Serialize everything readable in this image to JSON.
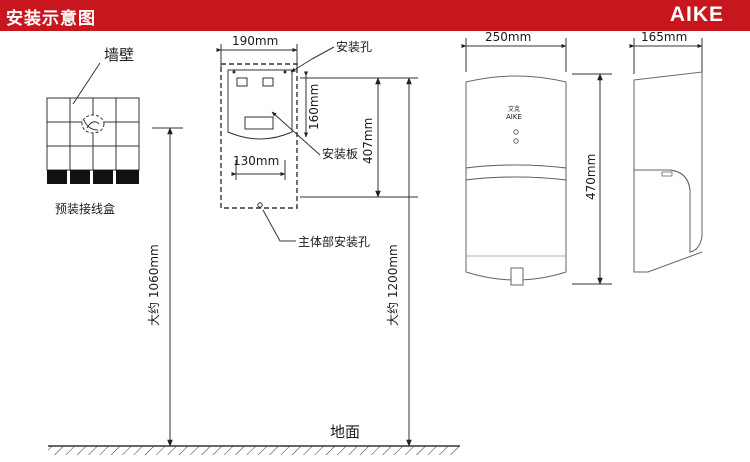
{
  "header": {
    "title": "安装示意图",
    "brand": "AIKE"
  },
  "labels": {
    "wall": "墙壁",
    "junction_box": "预装接线盒",
    "mounting_hole": "安装孔",
    "mounting_plate": "安装板",
    "body_mounting_hole": "主体部安装孔",
    "floor": "地面",
    "product_brand_cn": "艾克",
    "product_brand": "AIKE"
  },
  "dimensions": {
    "plate_width": "190mm",
    "plate_hole_height": "160mm",
    "plate_hole_spacing": "130mm",
    "plate_to_body_hole": "407mm",
    "box_height": "大约 1060mm",
    "plate_height": "大约 1200mm",
    "front_width": "250mm",
    "side_depth": "165mm",
    "total_height": "470mm"
  },
  "colors": {
    "accent": "#c8161e",
    "line": "#333333"
  }
}
